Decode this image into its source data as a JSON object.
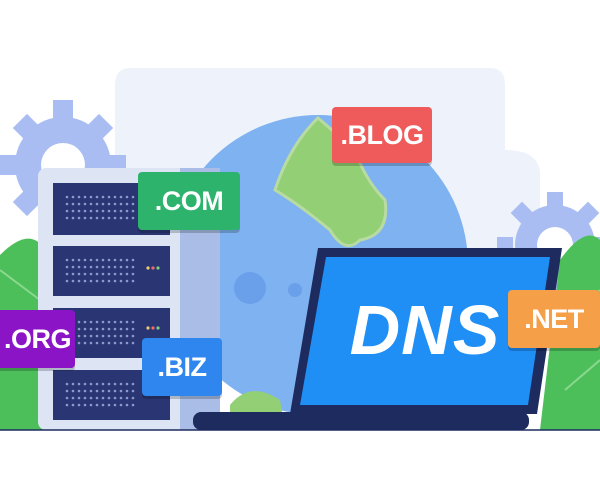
{
  "illustration": {
    "title_text": "DNS",
    "domains": [
      {
        "label": ".BLOG",
        "color": "#ef5a5a"
      },
      {
        "label": ".COM",
        "color": "#2db36c"
      },
      {
        "label": ".ORG",
        "color": "#8a14c6"
      },
      {
        "label": ".BIZ",
        "color": "#2f86ef"
      },
      {
        "label": ".NET",
        "color": "#f5a048"
      }
    ],
    "colors": {
      "globe": "#7fb2f0",
      "land": "#93cf74",
      "gear": "#a9bdf3",
      "server": "#dde5f5",
      "screen": "#1f8ef5",
      "frame": "#1d2b5e",
      "plant": "#4cbf5a"
    }
  }
}
